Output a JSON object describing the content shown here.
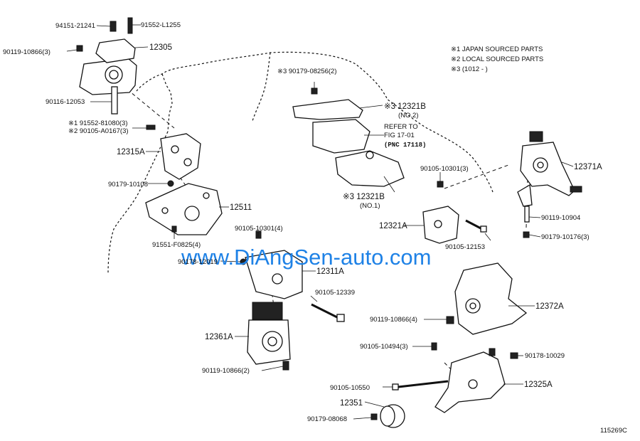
{
  "labels": {
    "p94151": "94151-21241",
    "p91552L": "91552-L1255",
    "p90119a": "90119-10866(3)",
    "p12305": "12305",
    "p90116": "90116-12053",
    "p91552_8": "※1 91552-81080(3)",
    "p90105_A": "※2 90105-A0167(3)",
    "p12315A": "12315A",
    "p90179_10108": "90179-10108",
    "p12511": "12511",
    "p91551": "91551-F0825(4)",
    "p90105_10301a": "90105-10301(4)",
    "p90178_12019": "90178-12019",
    "p12311A": "12311A",
    "p90105_12339": "90105-12339",
    "p12361A": "12361A",
    "p90119b": "90119-10866(2)",
    "p90179_08256": "※3  90179-08256(2)",
    "p12321B_2": "※3  12321B",
    "p12321B_2n": "(NO.2)",
    "refer1": "REFER TO",
    "refer2": "FIG 17-01",
    "refer3": "(PNC 17118)",
    "p12321B_1": "※3  12321B",
    "p12321B_1n": "(NO.1)",
    "p90105_10301b": "90105-10301(3)",
    "p12321A": "12321A",
    "p90105_12153": "90105-12153",
    "p12371A": "12371A",
    "p90119_10904": "90119-10904",
    "p90179_10176": "90179-10176(3)",
    "p12372A": "12372A",
    "p90119c": "90119-10866(4)",
    "p90105_10494": "90105-10494(3)",
    "p90178_10029": "90178-10029",
    "p90105_10550": "90105-10550",
    "p12325A": "12325A",
    "p12351": "12351",
    "p90179_08068": "90179-08068",
    "fig_id": "115269C"
  },
  "legend": {
    "line1": "※1 JAPAN SOURCED PARTS",
    "line2": "※2 LOCAL SOURCED PARTS",
    "line3": "※3 (1012 -          )"
  },
  "watermark": "www.DiAngSen-auto.com"
}
